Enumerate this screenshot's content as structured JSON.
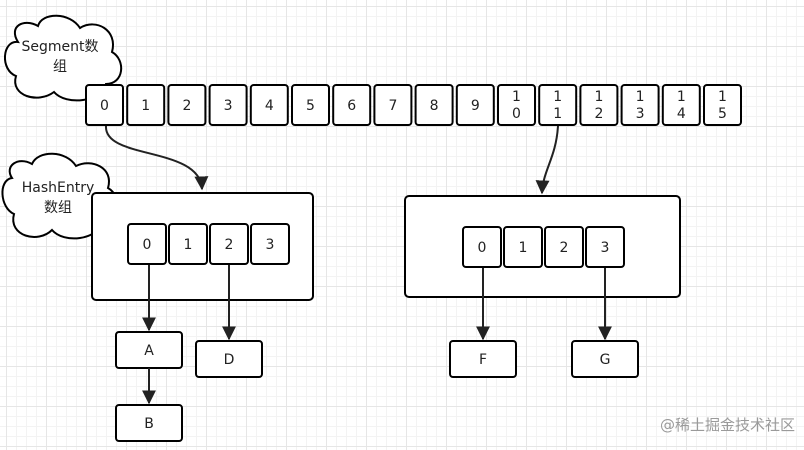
{
  "clouds": {
    "segment": [
      "Segment数",
      "组"
    ],
    "hashentry": [
      "HashEntry",
      "数组"
    ]
  },
  "segment_array": [
    [
      "0"
    ],
    [
      "1"
    ],
    [
      "2"
    ],
    [
      "3"
    ],
    [
      "4"
    ],
    [
      "5"
    ],
    [
      "6"
    ],
    [
      "7"
    ],
    [
      "8"
    ],
    [
      "9"
    ],
    [
      "1",
      "0"
    ],
    [
      "1",
      "1"
    ],
    [
      "1",
      "2"
    ],
    [
      "1",
      "3"
    ],
    [
      "1",
      "4"
    ],
    [
      "1",
      "5"
    ]
  ],
  "left_table": [
    "0",
    "1",
    "2",
    "3"
  ],
  "right_table": [
    "0",
    "1",
    "2",
    "3"
  ],
  "nodes": {
    "a": "A",
    "b": "B",
    "d": "D",
    "f": "F",
    "g": "G"
  },
  "watermark": "@稀土掘金技术社区"
}
